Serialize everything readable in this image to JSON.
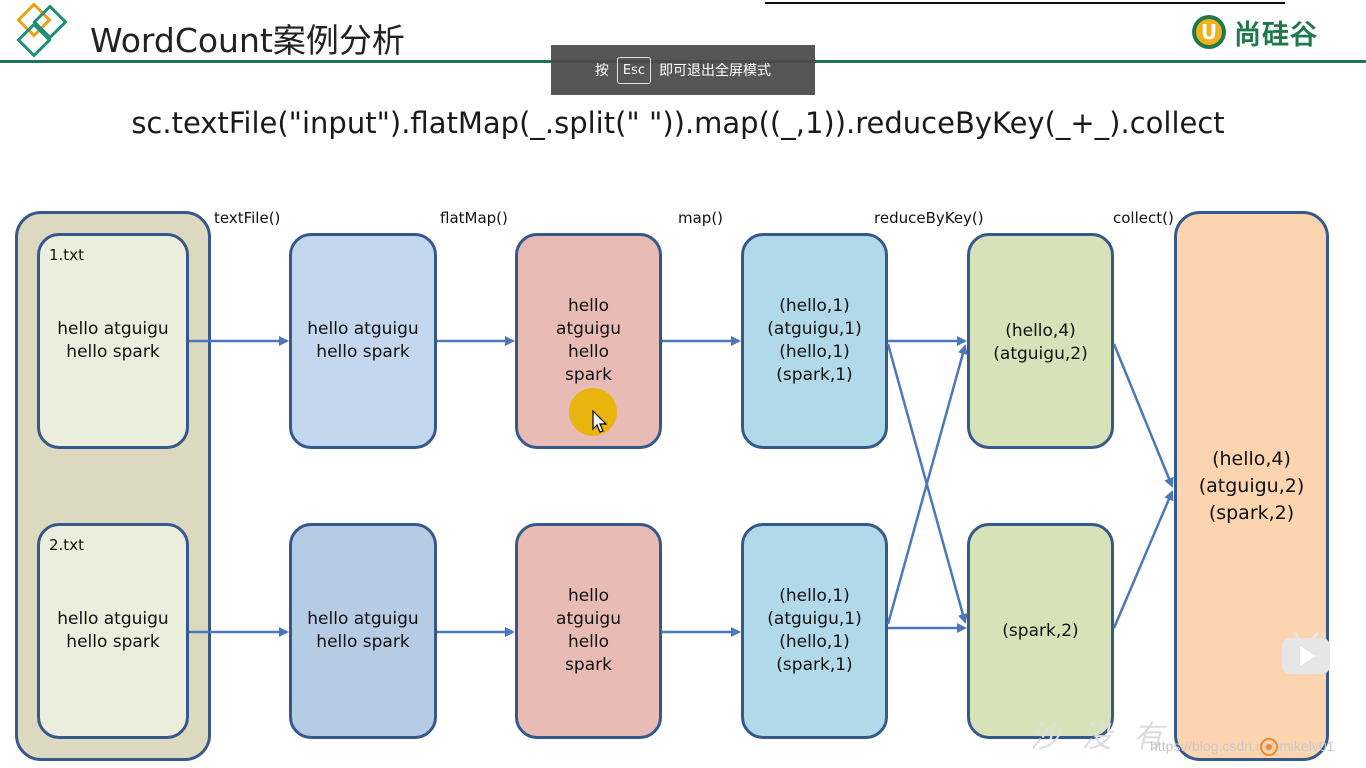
{
  "header": {
    "title": "WordCount案例分析",
    "brand_text": "尚硅谷",
    "brand_letter": "U"
  },
  "overlay": {
    "esc_prefix": "按",
    "esc_key": "Esc",
    "esc_suffix": "即可退出全屏模式"
  },
  "code": "sc.textFile(\"input\").flatMap(_.split(\" \")).map((_,1)).reduceByKey(_+_).collect",
  "operations": [
    "textFile()",
    "flatMap()",
    "map()",
    "reduceByKey()",
    "collect()"
  ],
  "files": [
    {
      "label": "1.txt",
      "lines": [
        "hello atguigu",
        "hello spark"
      ]
    },
    {
      "label": "2.txt",
      "lines": [
        "hello atguigu",
        "hello spark"
      ]
    }
  ],
  "textfile_boxes": [
    {
      "lines": [
        "hello atguigu",
        "hello spark"
      ]
    },
    {
      "lines": [
        "hello atguigu",
        "hello spark"
      ]
    }
  ],
  "flatmap_boxes": [
    {
      "lines": [
        "hello",
        "atguigu",
        "hello",
        "spark"
      ]
    },
    {
      "lines": [
        "hello",
        "atguigu",
        "hello",
        "spark"
      ]
    }
  ],
  "map_boxes": [
    {
      "lines": [
        "(hello,1)",
        "(atguigu,1)",
        "(hello,1)",
        "(spark,1)"
      ]
    },
    {
      "lines": [
        "(hello,1)",
        "(atguigu,1)",
        "(hello,1)",
        "(spark,1)"
      ]
    }
  ],
  "reduce_boxes": [
    {
      "lines": [
        "(hello,4)",
        "(atguigu,2)"
      ]
    },
    {
      "lines": [
        "(spark,2)"
      ]
    }
  ],
  "collect_box": {
    "lines": [
      "(hello,4)",
      "(atguigu,2)",
      "(spark,2)"
    ]
  },
  "watermark": {
    "url": "https://blog.csdn.net/mikelv01",
    "cn": "沙 没 有"
  },
  "colors": {
    "border": "#34598a",
    "arrow": "#4a78b8",
    "header_line": "#1f6f5c",
    "brand": "#1e7a4a"
  }
}
